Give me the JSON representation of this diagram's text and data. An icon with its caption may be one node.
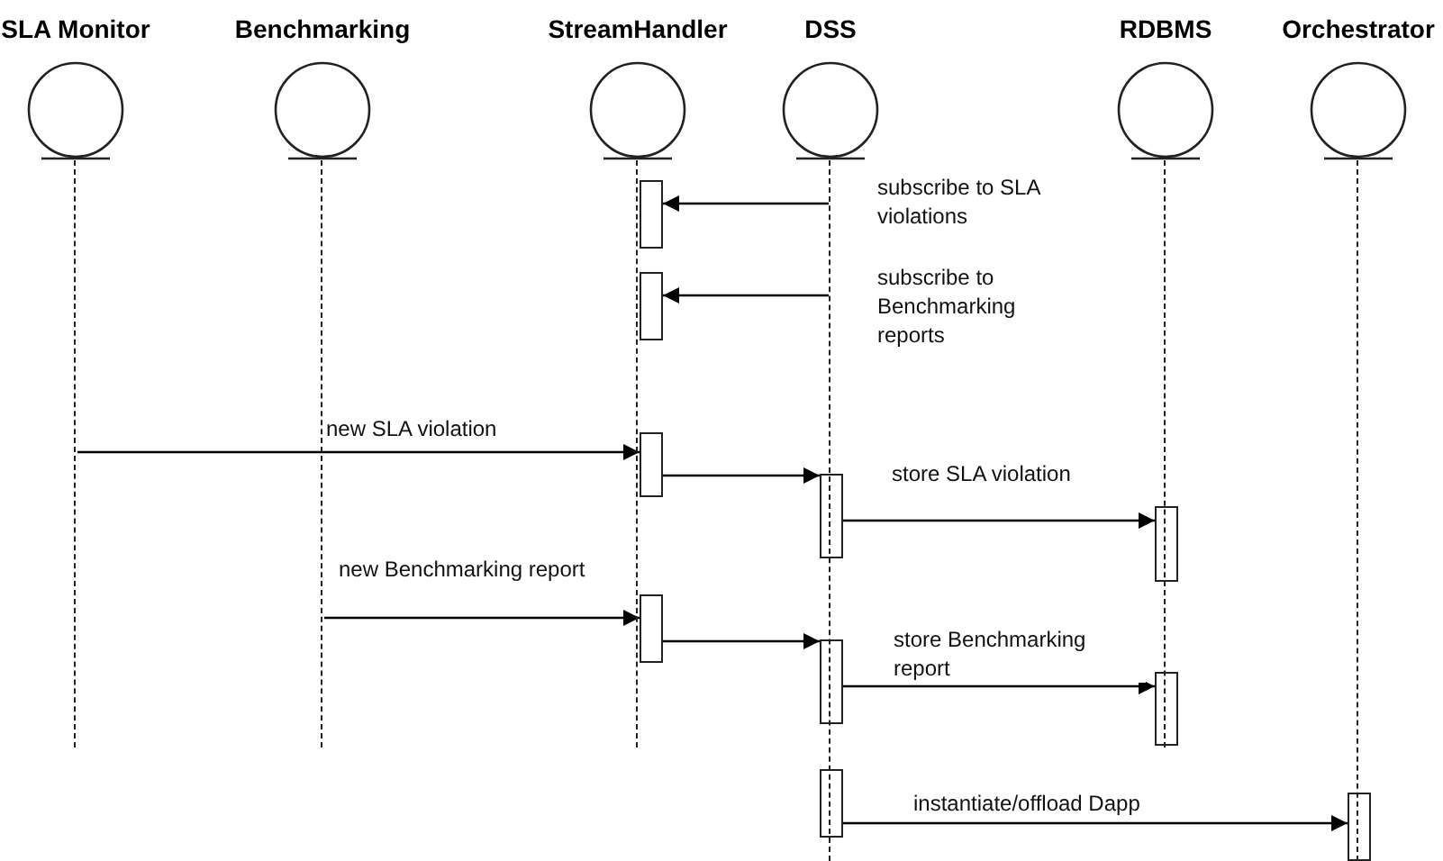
{
  "diagram": {
    "nodes": [
      {
        "text": [
          "SLA Monitor"
        ]
      },
      {
        "text": [
          "Benchmarking"
        ]
      },
      {
        "text": [
          "StreamHandler"
        ]
      },
      {
        "text": [
          "DSS"
        ]
      },
      {
        "text": [
          "RDBMS"
        ]
      },
      {
        "text": [
          "Orchestrator"
        ]
      },
      {
        "text": [],
        "shape": "bar"
      },
      {
        "text": [],
        "shape": "bar"
      },
      {
        "text": [],
        "shape": "bar"
      },
      {
        "text": [],
        "shape": "bar"
      },
      {
        "text": [],
        "shape": "bar"
      },
      {
        "text": [],
        "shape": "bar"
      },
      {
        "text": [],
        "shape": "bar"
      },
      {
        "text": [],
        "shape": "bar"
      },
      {
        "text": [],
        "shape": "bar"
      },
      {
        "text": [],
        "shape": "bar"
      },
      {
        "text": [],
        "shape": "line"
      },
      {
        "text": [],
        "shape": "line"
      },
      {
        "text": [],
        "shape": "line"
      },
      {
        "text": [],
        "shape": "line"
      },
      {
        "text": [],
        "shape": "line"
      },
      {
        "text": [],
        "shape": "line"
      }
    ],
    "edges": [
      {
        "from": 19,
        "to": 6,
        "arrow": "to",
        "label": "subscribe to SLA violations"
      },
      {
        "from": 19,
        "to": 7,
        "arrow": "to",
        "label": "subscribe to Benchmarking reports"
      },
      {
        "from": 16,
        "to": 8,
        "arrow": "to",
        "label": "new SLA violation"
      },
      {
        "from": 8,
        "to": 9,
        "arrow": "to"
      },
      {
        "from": 9,
        "to": 10,
        "arrow": "to",
        "label": "store SLA violation"
      },
      {
        "from": 17,
        "to": 11,
        "arrow": "to",
        "label": "new Benchmarking report"
      },
      {
        "from": 11,
        "to": 12,
        "arrow": "to"
      },
      {
        "from": 12,
        "to": 13,
        "arrow": "to",
        "label": "store Benchmarking report"
      },
      {
        "from": 14,
        "to": 15,
        "arrow": "to",
        "label": "instantiate/offload Dapp"
      }
    ]
  }
}
